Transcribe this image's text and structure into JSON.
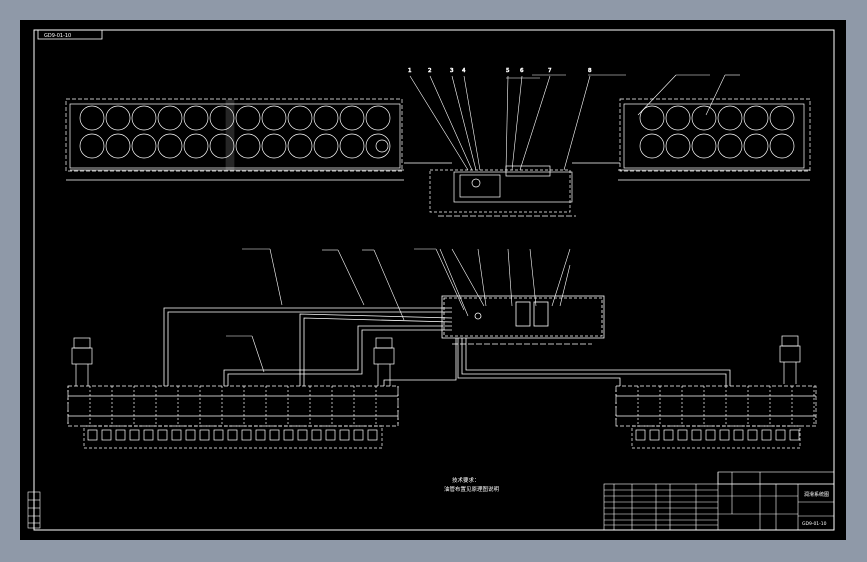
{
  "title_tag": "GD9-01-10",
  "part_numbers": [
    "1",
    "2",
    "3",
    "4",
    "5",
    "6",
    "7",
    "8"
  ],
  "note_lines": [
    "技术要求：",
    "油管布置见原理图说明"
  ],
  "drawing_code": "GD9-01-10",
  "drawing_title": "润滑系统图",
  "colors": {
    "background": "#8f99a8",
    "canvas": "#000000",
    "line": "#ffffff",
    "dim": "#c8c8c8"
  }
}
